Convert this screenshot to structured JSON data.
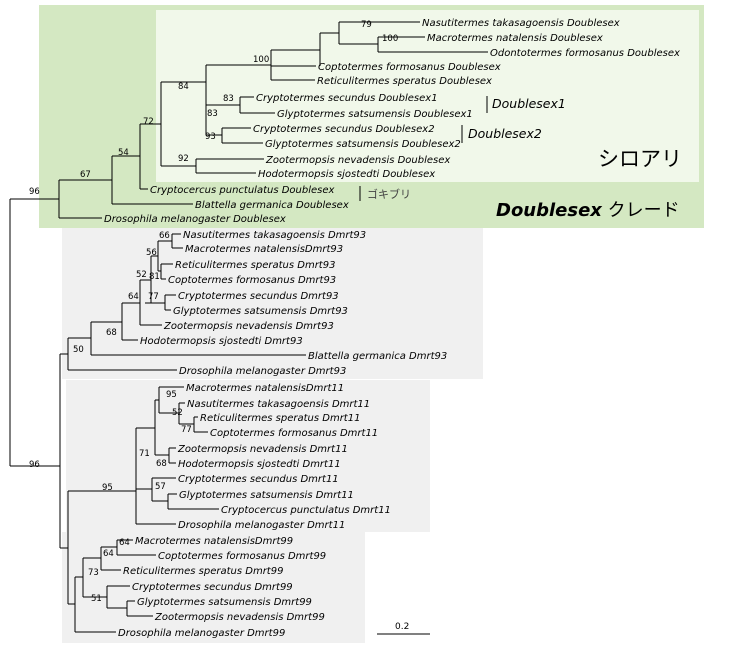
{
  "tree": {
    "leaves": [
      "Nasutitermes takasagoensis Doublesex",
      "Macrotermes natalensis Doublesex",
      "Odontotermes formosanus Doublesex",
      "Coptotermes formosanus Doublesex",
      "Reticulitermes speratus Doublesex",
      "Cryptotermes secundus Doublesex1",
      "Glyptotermes satsumensis Doublesex1",
      "Cryptotermes secundus Doublesex2",
      "Glyptotermes satsumensis Doublesex2",
      "Zootermopsis nevadensis Doublesex",
      "Hodotermopsis sjostedti Doublesex",
      "Cryptocercus punctulatus Doublesex",
      "Blattella germanica Doublesex",
      "Drosophila melanogaster Doublesex",
      "Nasutitermes takasagoensis Dmrt93",
      "Macrotermes natalensisDmrt93",
      "Reticulitermes speratus Dmrt93",
      "Coptotermes formosanus Dmrt93",
      "Cryptotermes secundus Dmrt93",
      "Glyptotermes satsumensis Dmrt93",
      "Zootermopsis nevadensis Dmrt93",
      "Hodotermopsis sjostedti Dmrt93",
      "Blattella germanica Dmrt93",
      "Drosophila melanogaster Dmrt93",
      "Macrotermes natalensisDmrt11",
      "Nasutitermes takasagoensis Dmrt11",
      "Reticulitermes speratus Dmrt11",
      "Coptotermes formosanus Dmrt11",
      "Zootermopsis nevadensis Dmrt11",
      "Hodotermopsis sjostedti Dmrt11",
      "Cryptotermes secundus Dmrt11",
      "Glyptotermes satsumensis Dmrt11",
      "Cryptocercus punctulatus Dmrt11",
      "Drosophila melanogaster Dmrt11",
      "Macrotermes natalensisDmrt99",
      "Coptotermes formosanus Dmrt99",
      "Reticulitermes speratus Dmrt99",
      "Cryptotermes secundus Dmrt99",
      "Glyptotermes satsumensis Dmrt99",
      "Zootermopsis nevadensis Dmrt99",
      "Drosophila melanogaster Dmrt99"
    ],
    "support": [
      "79",
      "100",
      "100",
      "84",
      "83",
      "83",
      "72",
      "93",
      "92",
      "54",
      "67",
      "96",
      "66",
      "56",
      "81",
      "52",
      "77",
      "64",
      "68",
      "50",
      "95",
      "52",
      "77",
      "71",
      "68",
      "57",
      "95",
      "96",
      "64",
      "64",
      "73",
      "51"
    ],
    "scale_bar": "0.2"
  },
  "labels": {
    "doublesex1": "Doublesex1",
    "doublesex2": "Doublesex2",
    "cockroach": "ゴキブリ",
    "termites": "シロアリ",
    "clade_bold": "Doublesex",
    "clade_suffix": " クレード"
  },
  "colors": {
    "clade_green": "#d4e8c2",
    "termite_panel": "#f1f8ea",
    "gray_panel": "#f0f0f0",
    "branch": "#000000"
  }
}
